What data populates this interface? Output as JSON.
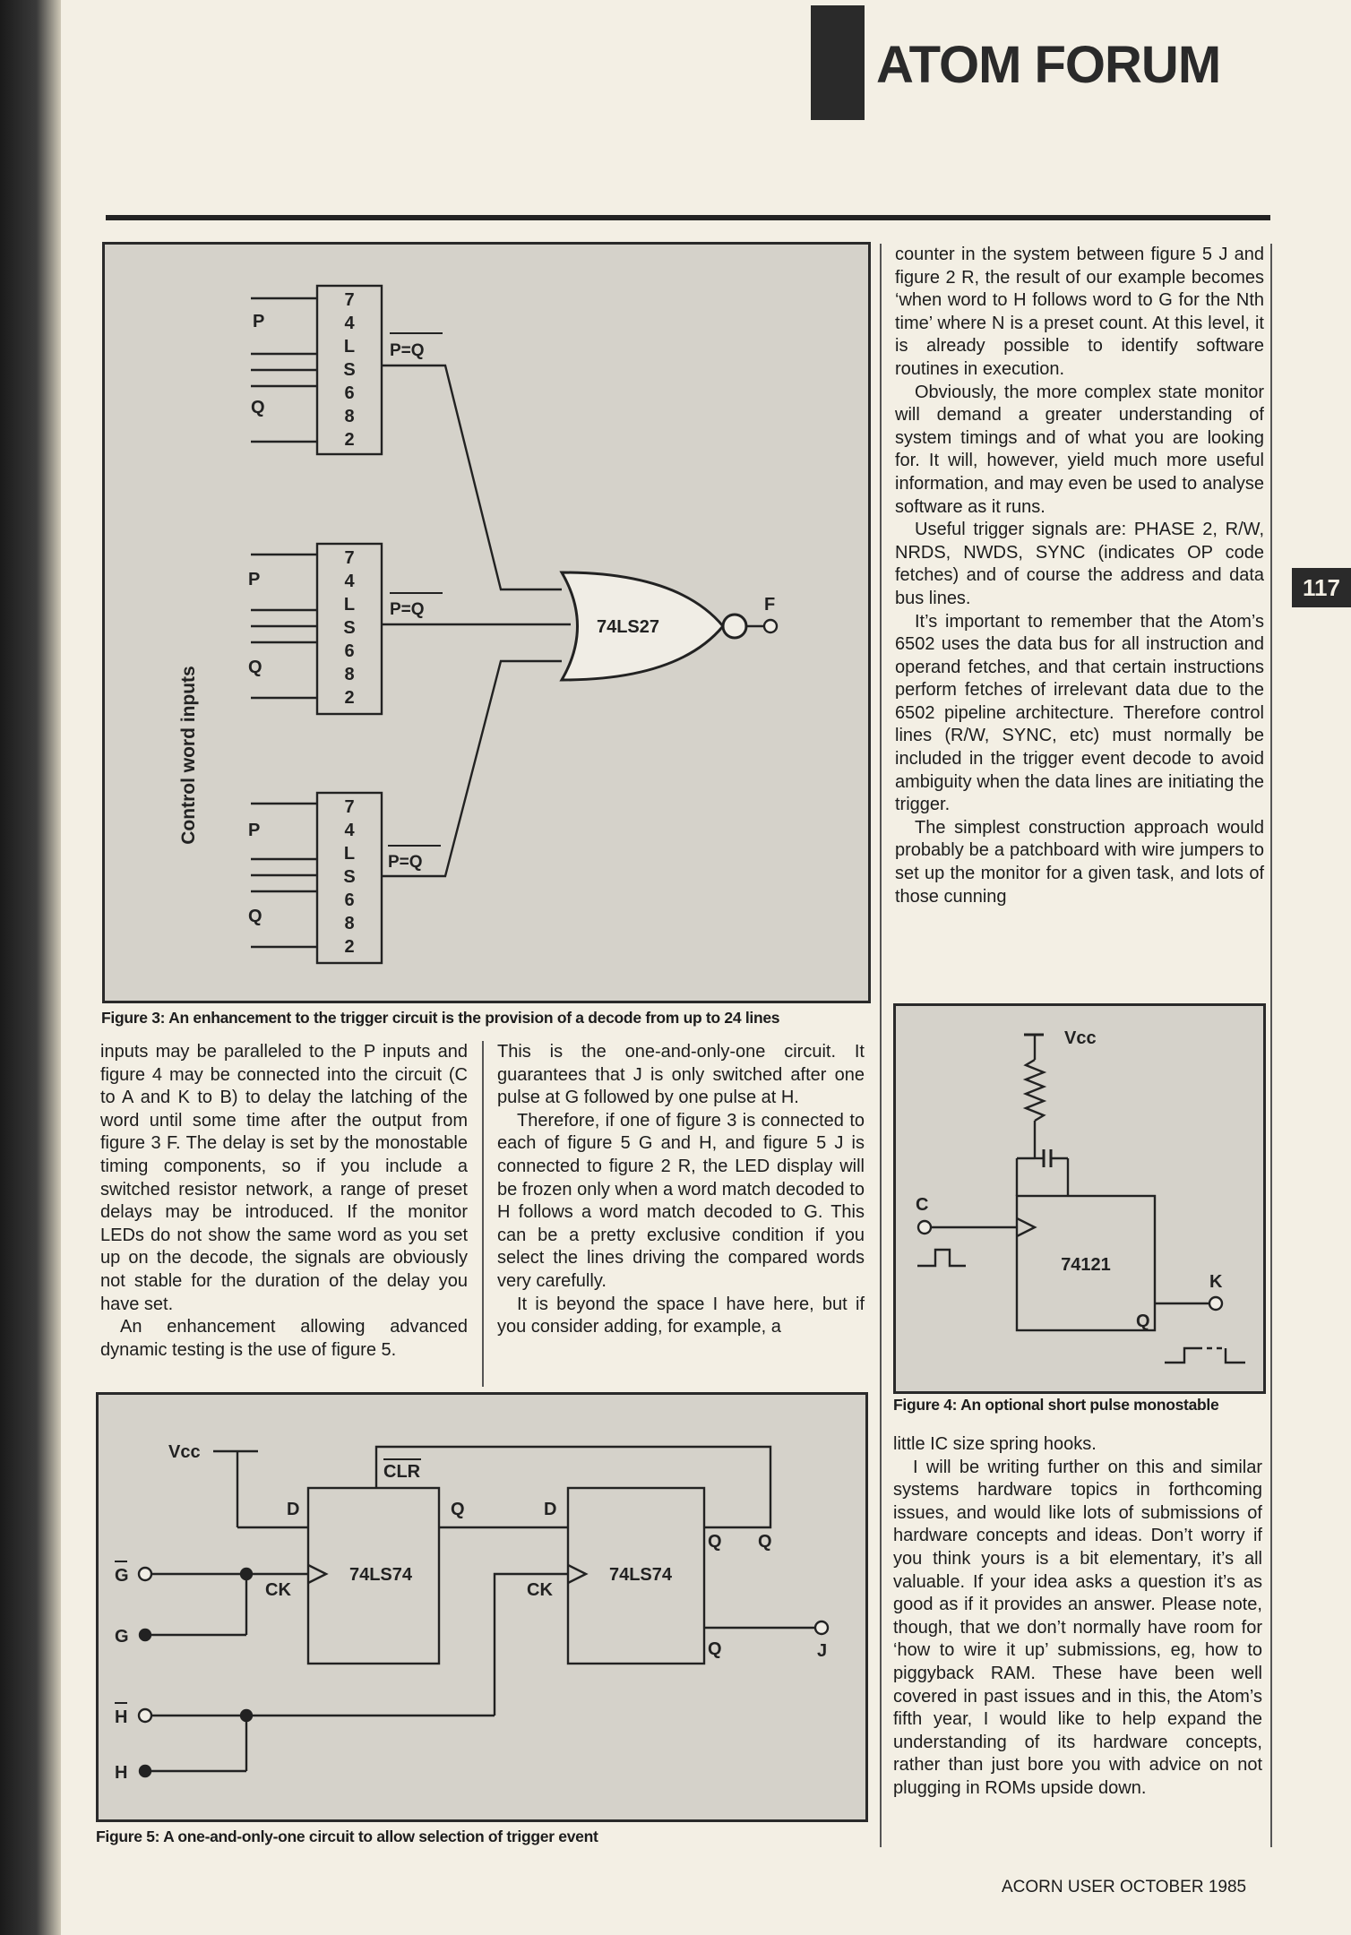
{
  "header": {
    "section_title": "ATOM FORUM",
    "page_number": "117"
  },
  "figure3": {
    "caption": "Figure 3: An enhancement to the trigger circuit is the provision of a decode from up to 24 lines",
    "side_label": "Control word inputs",
    "chips": [
      {
        "name": "7 4 L S 6 8 2",
        "input_p": "P",
        "input_q": "Q",
        "output": "P=Q"
      },
      {
        "name": "7 4 L S 6 8 2",
        "input_p": "P",
        "input_q": "Q",
        "output": "P=Q"
      },
      {
        "name": "7 4 L S 6 8 2",
        "input_p": "P",
        "input_q": "Q",
        "output": "P=Q"
      }
    ],
    "gate_label": "74LS27",
    "output_label": "F"
  },
  "figure4": {
    "caption": "Figure 4: An optional short pulse monostable",
    "chip_label": "74121",
    "vcc_label": "Vcc",
    "input_label": "C",
    "output_label": "K",
    "q_label": "Q"
  },
  "figure5": {
    "caption": "Figure 5: A one-and-only-one circuit to allow selection of trigger event",
    "vcc_label": "Vcc",
    "clr_label": "CLR",
    "chip1_label": "74LS74",
    "chip2_label": "74LS74",
    "d_label": "D",
    "ck_label": "CK",
    "q_label": "Q",
    "qbar_label": "Q",
    "inputs": [
      "G",
      "G",
      "H",
      "H"
    ],
    "output_label": "J"
  },
  "body": {
    "left_col": [
      "inputs may be paralleled to the P inputs and figure 4 may be connected into the circuit (C to A and K to B) to delay the latching of the word until some time after the output from figure 3 F. The delay is set by the monostable timing components, so if you include a switched resistor network, a range of preset delays may be introduced. If the monitor LEDs do not show the same word as you set up on the decode, the signals are obviously not stable for the duration of the delay you have set.",
      "An enhancement allowing advanced dynamic testing is the use of figure 5."
    ],
    "mid_col": [
      "This is the one-and-only-one circuit. It guarantees that J is only switched after one pulse at G followed by one pulse at H.",
      "Therefore, if one of figure 3 is connected to each of figure 5 G and H, and figure 5 J is connected to figure 2 R, the LED display will be frozen only when a word match decoded to H follows a word match decoded to G. This can be a pretty exclusive condition if you select the lines driving the compared words very carefully.",
      "It is beyond the space I have here, but if you consider adding, for example, a"
    ],
    "right_col_top": [
      "counter in the system between figure 5 J and figure 2 R, the result of our example becomes ‘when word to H follows word to G for the Nth time’ where N is a preset count. At this level, it is already possible to identify software routines in execution.",
      "Obviously, the more complex state monitor will demand a greater understanding of system timings and of what you are looking for. It will, however, yield much more useful information, and may even be used to analyse software as it runs.",
      "Useful trigger signals are: PHASE 2, R/W, NRDS, NWDS, SYNC (indicates OP code fetches) and of course the address and data bus lines.",
      "It’s important to remember that the Atom’s 6502 uses the data bus for all instruction and operand fetches, and that certain instructions perform fetches of irrelevant data due to the 6502 pipeline architecture. Therefore control lines (R/W, SYNC, etc) must normally be included in the trigger event decode to avoid ambiguity when the data lines are initiating the trigger.",
      "The simplest construction approach would probably be a patchboard with wire jumpers to set up the monitor for a given task, and lots of those cunning"
    ],
    "right_col_bottom": [
      "little IC size spring hooks.",
      "I will be writing further on this and similar systems hardware topics in forthcoming issues, and would like lots of submissions of hardware concepts and ideas. Don’t worry if you think yours is a bit elementary, it’s all valuable. If your idea asks a question it’s as good as if it provides an answer. Please note, though, that we don’t normally have room for ‘how to wire it up’ submissions, eg, how to piggyback RAM. These have been well covered in past issues and in this, the Atom’s fifth year, I would like to help expand the understanding of its hardware concepts, rather than just bore you with advice on not plugging in ROMs upside down."
    ]
  },
  "footer": {
    "text": "ACORN USER OCTOBER 1985"
  }
}
